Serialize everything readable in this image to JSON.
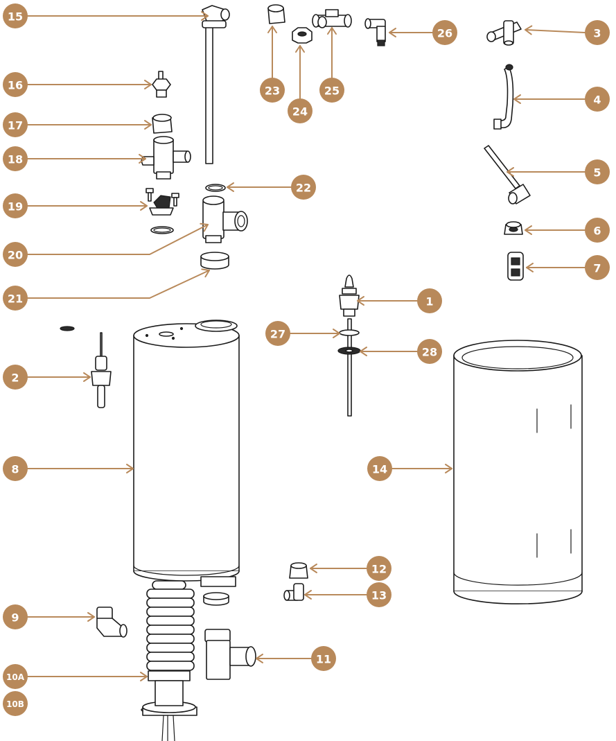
{
  "colors": {
    "callout": "#b8895a",
    "line": "#1a1a1a",
    "background": "#ffffff"
  },
  "callouts": [
    {
      "id": "c15",
      "label": "15"
    },
    {
      "id": "c16",
      "label": "16"
    },
    {
      "id": "c17",
      "label": "17"
    },
    {
      "id": "c18",
      "label": "18"
    },
    {
      "id": "c19",
      "label": "19"
    },
    {
      "id": "c20",
      "label": "20"
    },
    {
      "id": "c21",
      "label": "21"
    },
    {
      "id": "c22",
      "label": "22"
    },
    {
      "id": "c23",
      "label": "23"
    },
    {
      "id": "c24",
      "label": "24"
    },
    {
      "id": "c25",
      "label": "25"
    },
    {
      "id": "c26",
      "label": "26"
    },
    {
      "id": "c3",
      "label": "3"
    },
    {
      "id": "c4",
      "label": "4"
    },
    {
      "id": "c5",
      "label": "5"
    },
    {
      "id": "c6",
      "label": "6"
    },
    {
      "id": "c7",
      "label": "7"
    },
    {
      "id": "c1",
      "label": "1"
    },
    {
      "id": "c27",
      "label": "27"
    },
    {
      "id": "c28",
      "label": "28"
    },
    {
      "id": "c2",
      "label": "2"
    },
    {
      "id": "c8",
      "label": "8"
    },
    {
      "id": "c14",
      "label": "14"
    },
    {
      "id": "c12",
      "label": "12"
    },
    {
      "id": "c13",
      "label": "13"
    },
    {
      "id": "c9",
      "label": "9"
    },
    {
      "id": "c11",
      "label": "11"
    },
    {
      "id": "c10a",
      "label": "10A"
    },
    {
      "id": "c10b",
      "label": "10B"
    }
  ]
}
